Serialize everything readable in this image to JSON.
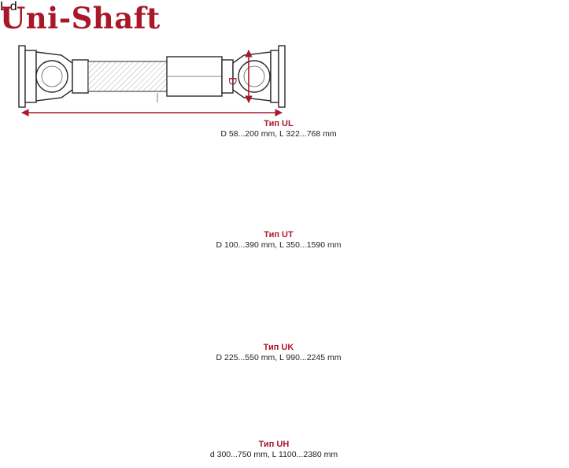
{
  "title": "Uni-Shaft",
  "dimension_labels": {
    "length": "L",
    "diameter_d_upper": "D",
    "diameter_d_lower": "d"
  },
  "types": [
    {
      "id": "UL",
      "name": "Тип UL",
      "spec": "D 58...200 mm, L 322...768 mm"
    },
    {
      "id": "UT",
      "name": "Тип UT",
      "spec": "D 100...390 mm, L 350...1590 mm"
    },
    {
      "id": "UK",
      "name": "Тип UK",
      "spec": "D 225...550 mm, L 990...2245 mm"
    },
    {
      "id": "UH",
      "name": "Тип UH",
      "spec": "d 300...750 mm, L 1100...2380 mm"
    }
  ],
  "colors": {
    "accent": "#a8182a",
    "line": "#2a2a2a"
  }
}
